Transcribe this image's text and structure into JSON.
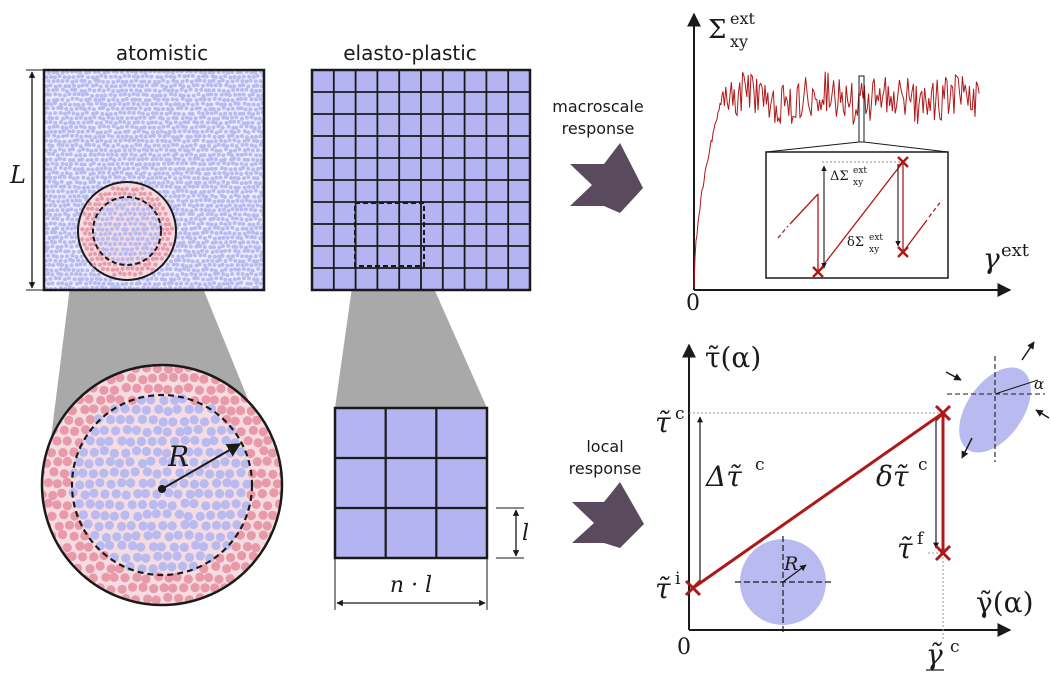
{
  "panels": {
    "atomistic": {
      "title": "atomistic",
      "size_label": "L",
      "radius_label": "R"
    },
    "elasto_plastic": {
      "title": "elasto-plastic",
      "cell_label": "l",
      "width_label": "n · l"
    },
    "macro": {
      "arrow_label_1": "macroscale",
      "arrow_label_2": "response",
      "y_label": "Σ",
      "y_sup": "ext",
      "y_sub": "xy",
      "x_label": "γ",
      "x_sup": "ext",
      "origin": "0",
      "inset_drop_big": "ΔΣ",
      "inset_drop_small": "δΣ",
      "inset_sup": "ext",
      "inset_sub": "xy"
    },
    "local": {
      "arrow_label_1": "local",
      "arrow_label_2": "response",
      "y_label": "τ̃(α)",
      "x_label": "γ̃(α)",
      "origin": "0",
      "tau_c": "τ̃",
      "tau_c_sup": "c",
      "tau_i": "τ̃",
      "tau_i_sup": "i",
      "tau_f": "τ̃",
      "tau_f_sup": "f",
      "delta_big": "Δτ̃",
      "delta_big_sup": "c",
      "delta_small": "δτ̃",
      "delta_small_sup": "c",
      "gamma_c": "γ̃",
      "gamma_c_sup": "c",
      "radius_label": "R",
      "angle_label": "α"
    }
  },
  "colors": {
    "blue_particle": "#b8baf0",
    "pink_particle": "#e89aa8",
    "grid_fill": "#b4b4f2",
    "curve_red": "#b01818",
    "arrow_dark": "#5a4a5e",
    "shade_gray": "#8c8c8c"
  }
}
